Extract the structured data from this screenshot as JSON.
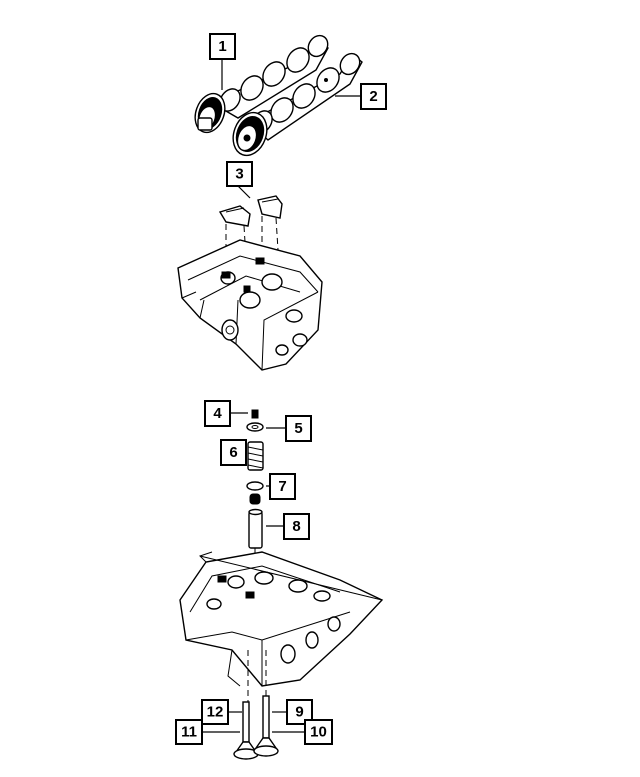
{
  "callouts": [
    {
      "id": "1",
      "label": "1"
    },
    {
      "id": "2",
      "label": "2"
    },
    {
      "id": "3",
      "label": "3"
    },
    {
      "id": "4",
      "label": "4"
    },
    {
      "id": "5",
      "label": "5"
    },
    {
      "id": "6",
      "label": "6"
    },
    {
      "id": "7",
      "label": "7"
    },
    {
      "id": "8",
      "label": "8"
    },
    {
      "id": "9",
      "label": "9"
    },
    {
      "id": "10",
      "label": "10"
    },
    {
      "id": "11",
      "label": "11"
    },
    {
      "id": "12",
      "label": "12"
    }
  ],
  "colors": {
    "line": "#000000",
    "background": "#ffffff"
  }
}
